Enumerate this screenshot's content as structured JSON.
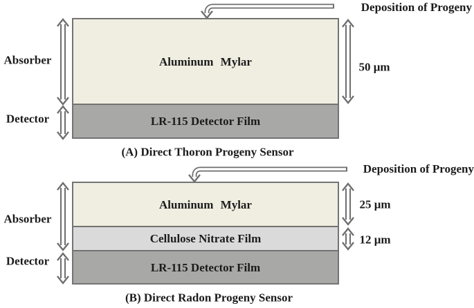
{
  "figure": {
    "background": "#ffffff"
  },
  "colors": {
    "arrow": "#6e6e6e",
    "border": "#737373",
    "text": "#1b1b1b",
    "mylar_fill": "#f0eee1",
    "cellulose_fill": "#dadada",
    "lr115_fill": "#a8a8a6"
  },
  "diagram_a": {
    "deposition_label": "Deposition of Progeny",
    "absorber_label": "Absorber",
    "detector_label": "Detector",
    "layers": [
      {
        "name": "Aluminum Mylar",
        "thickness": "50 μm",
        "fill": "#f0eee1"
      },
      {
        "name": "LR-115 Detector Film",
        "thickness": "",
        "fill": "#a8a8a6"
      }
    ],
    "caption": "(A) Direct Thoron Progeny Sensor"
  },
  "diagram_b": {
    "deposition_label": "Deposition of Progeny",
    "absorber_label": "Absorber",
    "detector_label": "Detector",
    "layers": [
      {
        "name": "Aluminum Mylar",
        "thickness": "25 μm",
        "fill": "#f0eee1"
      },
      {
        "name": "Cellulose Nitrate Film",
        "thickness": "12 μm",
        "fill": "#dadada"
      },
      {
        "name": "LR-115 Detector Film",
        "thickness": "",
        "fill": "#a8a8a6"
      }
    ],
    "caption": "(B) Direct Radon Progeny Sensor"
  }
}
